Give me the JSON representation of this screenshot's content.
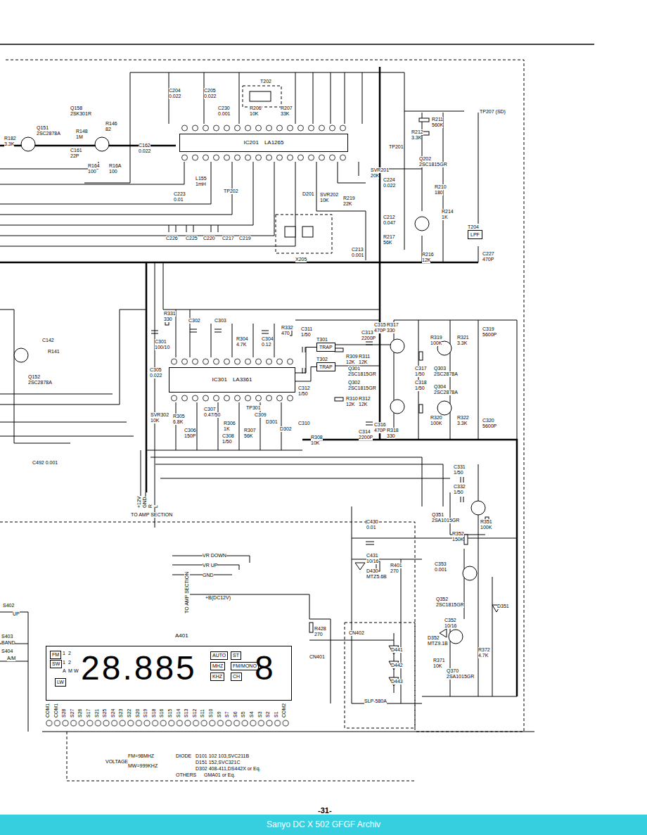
{
  "diagram": {
    "nodes": [
      {
        "text": [
          "IC201",
          "LA1265"
        ]
      },
      {
        "text": [
          "IC301",
          "LA3361"
        ]
      },
      {
        "text": [
          "T301",
          "TRAP"
        ]
      },
      {
        "text": [
          "T302",
          "TRAP"
        ]
      },
      {
        "text": [
          "T204",
          "LPF"
        ]
      },
      {
        "text": [
          "A401"
        ]
      },
      {
        "text": [
          "FM"
        ],
        "in": 5
      },
      {
        "text": [
          "SW"
        ],
        "in": 5
      },
      {
        "text": [
          "LW"
        ],
        "in": 5
      },
      {
        "text": [
          "AUTO"
        ],
        "in": 5
      },
      {
        "text": [
          "ST"
        ],
        "in": 5
      },
      {
        "text": [
          "MHZ"
        ],
        "in": 5
      },
      {
        "text": [
          "FM/MONO"
        ],
        "in": 5
      },
      {
        "text": [
          "KHZ"
        ],
        "in": 5
      },
      {
        "text": [
          "CH"
        ],
        "in": 5
      }
    ],
    "edges": [
      {
        "from": 1,
        "to": 2,
        "arrow": "none"
      },
      {
        "from": 1,
        "to": 3,
        "arrow": "none"
      }
    ],
    "labels": [
      "Q151",
      "2SC2878A",
      "R182",
      "3.3K",
      "Q158",
      "2SK301R",
      "R148",
      "1M",
      "C161",
      "22P",
      "R146",
      "82",
      "R164",
      "100",
      "R16A",
      "100",
      "C162",
      "0.022",
      "C204",
      "0.022",
      "C205",
      "0.022",
      "T202",
      "C230",
      "0.001",
      "R206",
      "10K",
      "R207",
      "33K",
      "TP201",
      "R211",
      "560K",
      "R212",
      "3.3K",
      "TP207 (SD)",
      "Q202",
      "2SC1815GR",
      "SVR201",
      "20K",
      "C224",
      "0.022",
      "L155",
      "1mH",
      "TP202",
      "C223",
      "0.01",
      "D201",
      "SVR202",
      "10K",
      "R219",
      "22K",
      "R210",
      "180",
      "R214",
      "1K",
      "C212",
      "0.047",
      "R217",
      "56K",
      "C213",
      "0.001",
      "R216",
      "12K",
      "C227",
      "470P",
      "X205",
      "C226",
      "C225",
      "C220",
      "C217",
      "C219",
      "R331",
      "330",
      "C302",
      "C303",
      "R332",
      "470",
      "C301",
      "100/10",
      "C311",
      "1/50",
      "C312",
      "1/50",
      "C313",
      "2200P",
      "C315",
      "470P",
      "R317",
      "330",
      "R309",
      "12K",
      "R311",
      "12K",
      "Q301",
      "2SC1815GR",
      "Q302",
      "2SC1815GR",
      "R310",
      "12K",
      "R312",
      "12K",
      "C317",
      "1/50",
      "C318",
      "1/50",
      "Q303",
      "2SC2878A",
      "Q304",
      "2SC2878A",
      "R319",
      "100K",
      "R321",
      "3.3K",
      "C319",
      "5600P",
      "R320",
      "100K",
      "R322",
      "3.3K",
      "C320",
      "5600P",
      "C314",
      "2200P",
      "C316",
      "470P",
      "R318",
      "330",
      "SVR302",
      "10K",
      "R305",
      "6.8K",
      "C307",
      "0.47/50",
      "R306",
      "1K",
      "C306",
      "150P",
      "C308",
      "1/50",
      "TP301",
      "C309",
      "D301",
      "R307",
      "56K",
      "D302",
      "C310",
      "R308",
      "10K",
      "C305",
      "0.022",
      "C304",
      "0.12",
      "R304",
      "4.7K",
      "C142",
      "R141",
      "Q152",
      "2SC2878A",
      "C492 0.001",
      "+12V",
      "GND",
      "R",
      "L",
      "TO AMP SECTION",
      "C331",
      "1/50",
      "C332",
      "1/50",
      "Q351",
      "2SA1015GR",
      "R351",
      "100K",
      "R352",
      "150K",
      "C353",
      "0.001",
      "Q352",
      "2SC1815GR",
      "D351",
      "C430",
      "0.01",
      "C431",
      "10/16",
      "D430",
      "MTZ5.6B",
      "R401",
      "270",
      "C352",
      "10/16",
      "D352",
      "MTZ9.1B",
      "R371",
      "10K",
      "R372",
      "4.7K",
      "Q370",
      "2SA1015GR",
      "VR DOWN",
      "VR UP",
      "GND",
      "TO AMP SECTION",
      "+B(DC12V)",
      "R428",
      "270",
      "CN402",
      "CN401",
      "D441",
      "D442",
      "D443",
      "SLP-580A",
      "S402",
      "UP",
      "S403",
      "BAND",
      "S404",
      "A/M",
      "1",
      "2",
      "1",
      "2",
      "A",
      "M",
      "W",
      "28.885",
      "8",
      "VOLTAGE",
      "FM=98MHZ",
      "MW=999KHZ",
      "DIODE",
      "D101 102 103,SVC211B",
      "D151 152,SVC321C",
      "D302 408-411,DS442X or Eq.",
      "OTHERS",
      "GMA01 or Eq.",
      "-31-",
      "Sanyo DC X 502 GFGF Archiv",
      "COM1",
      "COM1",
      "S28",
      "S27",
      "S26",
      "S17",
      "S21",
      "S25",
      "S24",
      "S23",
      "S22",
      "S20",
      "S19",
      "S18",
      "S16",
      "S15",
      "S14",
      "S13",
      "S12",
      "S11",
      "S10",
      "S9",
      "S7",
      "S6",
      "S5",
      "S4",
      "S3",
      "S2",
      "S1",
      "COM2"
    ]
  }
}
